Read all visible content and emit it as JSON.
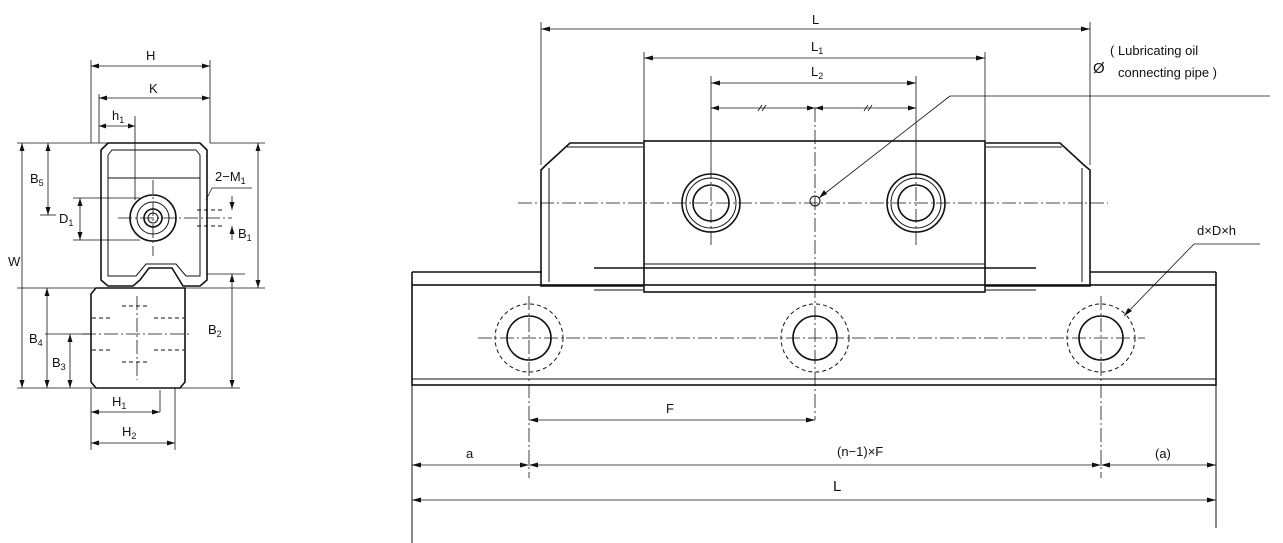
{
  "side_view": {
    "H": "H",
    "K": "K",
    "h": "h",
    "h_sub": "1",
    "B5": "B",
    "B5_sub": "5",
    "M1": "2−M",
    "M1_sub": "1",
    "D1": "D",
    "D1_sub": "1",
    "B1": "B",
    "B1_sub": "1",
    "W": "W",
    "B2": "B",
    "B2_sub": "2",
    "B4": "B",
    "B4_sub": "4",
    "B3": "B",
    "B3_sub": "3",
    "H1": "H",
    "H1_sub": "1",
    "H2": "H",
    "H2_sub": "2"
  },
  "front_view": {
    "L_top": "L",
    "L1": "L",
    "L1_sub": "1",
    "L2": "L",
    "L2_sub": "2",
    "phi": "Ø",
    "lube_line1": "( Lubricating oil",
    "lube_line2": "connecting pipe )",
    "dDh": "d×D×h",
    "F": "F",
    "a": "a",
    "nF": "(n−1)×F",
    "a_paren": "(a)",
    "L_bottom": "L"
  }
}
